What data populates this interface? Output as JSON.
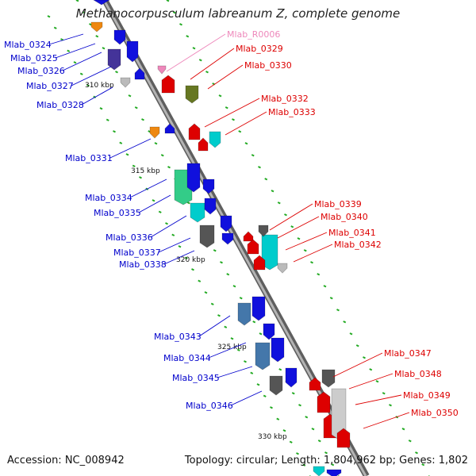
{
  "title": "Methanocorpusculum labreanum Z, complete genome",
  "accession": "Accession: NC_008942",
  "summary": "Topology: circular; Length: 1,804,962 bp; Genes: 1,802",
  "colors": {
    "backbone": "#8c8c8c",
    "tick": "#22aa22",
    "forward_label": "#0000cc",
    "reverse_label": "#dd0000",
    "rna_label": "#ee88bb"
  },
  "scale_labels": [
    "310 kbp",
    "315 kbp",
    "320 kbp",
    "325 kbp",
    "330 kbp"
  ],
  "gene_labels_left": [
    "Mlab_0324",
    "Mlab_0325",
    "Mlab_0326",
    "Mlab_0327",
    "Mlab_0328",
    "Mlab_0331",
    "Mlab_0334",
    "Mlab_0335",
    "Mlab_0336",
    "Mlab_0337",
    "Mlab_0338",
    "Mlab_0343",
    "Mlab_0344",
    "Mlab_0345",
    "Mlab_0346"
  ],
  "gene_labels_right": [
    "Mlab_R0006",
    "Mlab_0329",
    "Mlab_0330",
    "Mlab_0332",
    "Mlab_0333",
    "Mlab_0339",
    "Mlab_0340",
    "Mlab_0341",
    "Mlab_0342",
    "Mlab_0347",
    "Mlab_0348",
    "Mlab_0349",
    "Mlab_0350"
  ]
}
